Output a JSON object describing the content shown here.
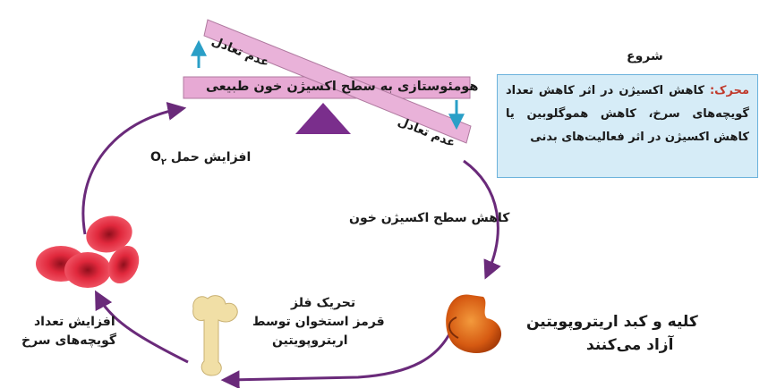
{
  "homeostasis_label": "هومئوستازی به سطح اکسیژن خون طبیعی",
  "imbalance_top": "عدم تعادل",
  "imbalance_bottom": "عدم تعادل",
  "start_label": "شروع",
  "stimulus": {
    "lead": "محرک:",
    "text": " کاهش اکسیژن در اثر کاهش تعداد گویچه‌های سرخ، کاهش هموگلوبین یا کاهش اکسیژن در اثر فعالیت‌های بدنی"
  },
  "steps": {
    "low_oxygen": "کاهش سطح اکسیژن خون",
    "kidney_liver_line1": "کلیه و کبد اریتروپویتین",
    "kidney_liver_line2": "آزاد می‌کنند",
    "marrow_line1": "تحریک فلز",
    "marrow_line2": "قرمز استخوان توسط",
    "marrow_line3": "اریتروپویتین",
    "rbc_line1": "افزایش تعداد",
    "rbc_line2": "گویچه‌های سرخ",
    "o2_prefix": "افزایش حمل ",
    "o2_formula": "O",
    "o2_sub": "۲"
  },
  "colors": {
    "cycle_arrow": "#6a2a7a",
    "beam_fill": "#e7a9d4",
    "beam_stroke": "#b07aa0",
    "fulcrum": "#7a2e8c",
    "tilt_arrow": "#2a9fc7",
    "box_fill": "#d6ecf7",
    "box_border": "#6bb2dc",
    "stimulus_lead": "#c0392b",
    "rbc": "#d6283a",
    "kidney": "#e06a1a",
    "bone": "#f1dfa6"
  },
  "icons": [
    "red-blood-cells-icon",
    "kidney-icon",
    "bone-icon",
    "fulcrum-icon",
    "up-arrow-icon",
    "down-arrow-icon"
  ]
}
